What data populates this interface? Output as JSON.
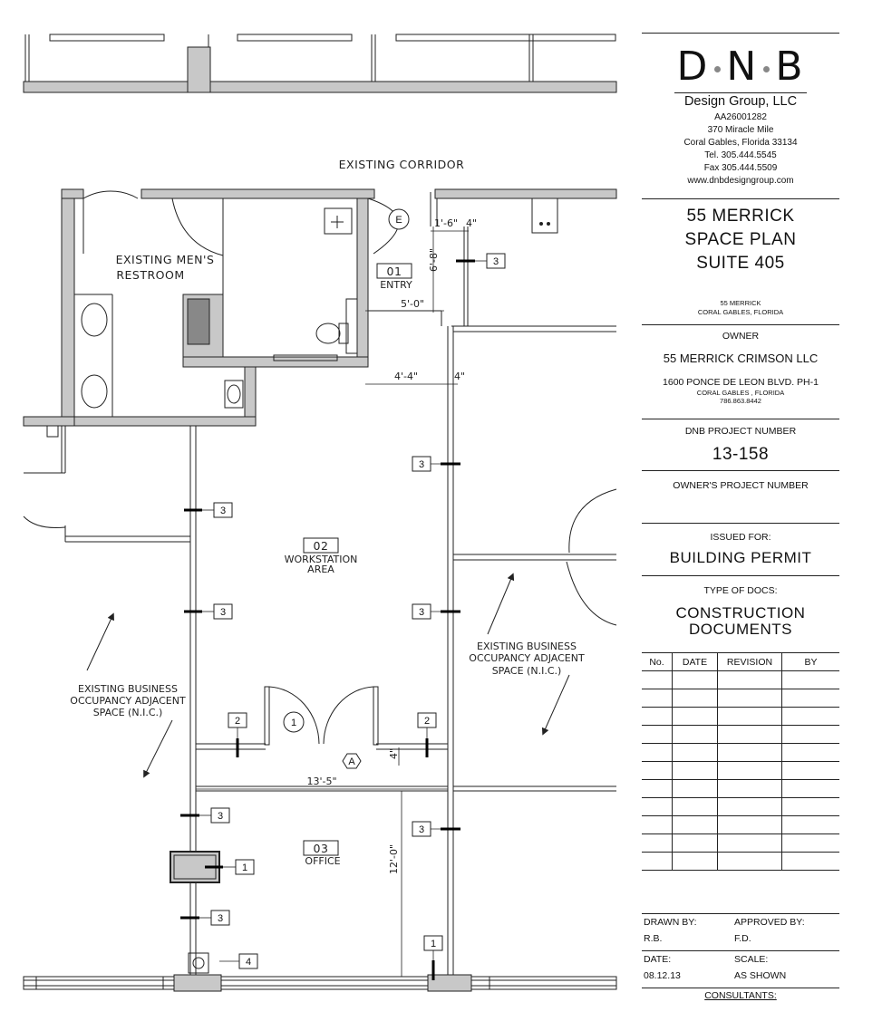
{
  "plan": {
    "corridor_label": "EXISTING CORRIDOR",
    "restroom_label_1": "EXISTING MEN'S",
    "restroom_label_2": "RESTROOM",
    "rooms": [
      {
        "number": "01",
        "name_1": "ENTRY",
        "name_2": ""
      },
      {
        "number": "02",
        "name_1": "WORKSTATION",
        "name_2": "AREA"
      },
      {
        "number": "03",
        "name_1": "OFFICE",
        "name_2": ""
      }
    ],
    "circle_tags": [
      "E",
      "1"
    ],
    "hex_tag": "A",
    "dimensions": {
      "d1": "1'-6\"",
      "d2": "4\"",
      "d3": "6'-8\"",
      "d4": "5'-0\"",
      "d5": "4'-4\"",
      "d6": "4\"",
      "d7": "4\"",
      "d8": "13'-5\"",
      "d9": "12'-0\""
    },
    "wall_tags": {
      "t1": "3",
      "t2": "3",
      "t3": "3",
      "t4": "3",
      "t5": "3",
      "t6": "2",
      "t7": "2",
      "t8": "3",
      "t9": "3",
      "t10": "1",
      "t11": "3",
      "t12": "4",
      "t13": "1"
    },
    "adjacent_right": [
      "EXISTING BUSINESS",
      "OCCUPANCY ADJACENT",
      "SPACE (N.I.C.)"
    ],
    "adjacent_left": [
      "EXISTING BUSINESS",
      "OCCUPANCY ADJACENT",
      "SPACE (N.I.C.)"
    ]
  },
  "title_block": {
    "logo_letters": [
      "D",
      "N",
      "B"
    ],
    "firm_name": "Design Group, LLC",
    "license": "AA26001282",
    "address": "370 Miracle Mile",
    "city": "Coral Gables, Florida 33134",
    "tel": "Tel. 305.444.5545",
    "fax": "Fax 305.444.5509",
    "web": "www.dnbdesigngroup.com",
    "project_title": [
      "55 MERRICK",
      "SPACE PLAN",
      "SUITE 405"
    ],
    "project_address": [
      "55 MERRICK",
      "CORAL GABLES, FLORIDA"
    ],
    "owner_label": "OWNER",
    "owner_name": "55 MERRICK CRIMSON LLC",
    "owner_address": "1600 PONCE DE LEON BLVD. PH-1",
    "owner_city": "CORAL GABLES , FLORIDA",
    "owner_phone": "786.863.8442",
    "dnb_project_label": "DNB PROJECT NUMBER",
    "dnb_project_number": "13-158",
    "owner_project_label": "OWNER'S PROJECT NUMBER",
    "issued_label": "ISSUED FOR:",
    "issued_value": "BUILDING PERMIT",
    "docs_label": "TYPE OF DOCS:",
    "docs_value": [
      "CONSTRUCTION",
      "DOCUMENTS"
    ],
    "revision_headers": [
      "No.",
      "DATE",
      "REVISION",
      "BY"
    ],
    "drawn_by_label": "DRAWN BY:",
    "drawn_by": "R.B.",
    "approved_by_label": "APPROVED BY:",
    "approved_by": "F.D.",
    "date_label": "DATE:",
    "date": "08.12.13",
    "scale_label": "SCALE:",
    "scale": "AS SHOWN",
    "consultants_label": "CONSULTANTS:"
  }
}
